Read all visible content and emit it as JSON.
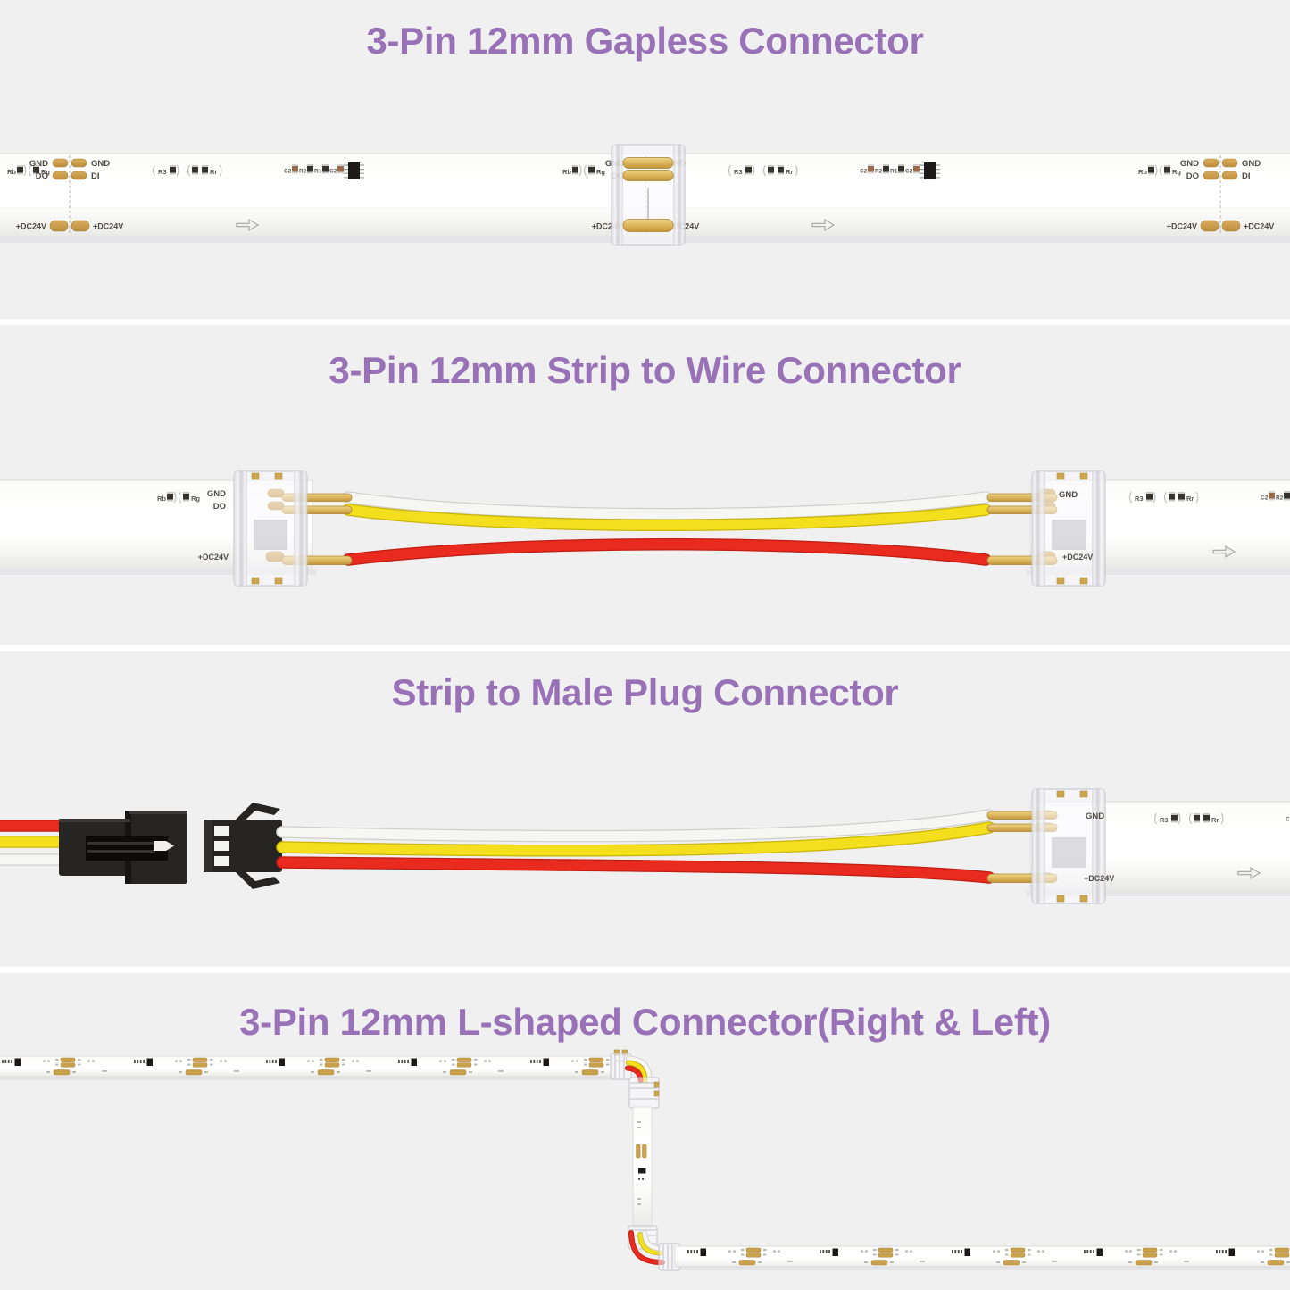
{
  "page": {
    "background": "#ffffff",
    "panel_background": "#f0f0f1",
    "title_color": "#9871b7"
  },
  "sections": [
    {
      "title": "3-Pin 12mm Gapless Connector"
    },
    {
      "title": "3-Pin 12mm Strip to Wire Connector"
    },
    {
      "title": "Strip to Male Plug Connector"
    },
    {
      "title": "3-Pin 12mm L-shaped Connector(Right & Left)"
    }
  ],
  "strip_labels": {
    "gnd": "GND",
    "data_out": "DO",
    "data_in": "DI",
    "power": "+DC24V",
    "rb": "Rb",
    "rg": "Rg",
    "r3": "R3",
    "rr": "Rr",
    "c2": "C2",
    "r2": "R2",
    "r1": "R1"
  },
  "colors": {
    "copper_pad": "#c59a4d",
    "wire_white": "#f6f6f5",
    "wire_yellow": "#f3df1d",
    "wire_red": "#e92a1f",
    "connector_black": "#262524"
  }
}
